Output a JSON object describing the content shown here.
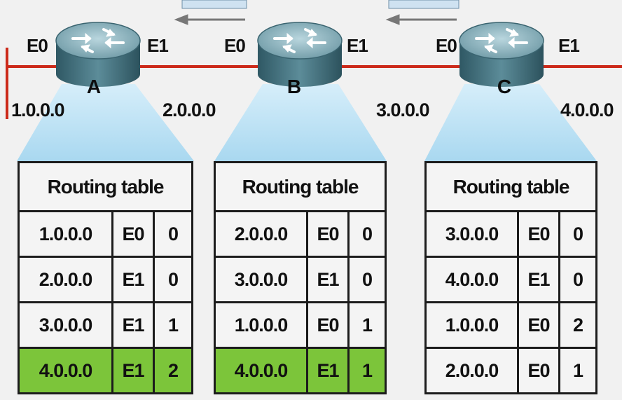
{
  "routers": [
    {
      "name": "A",
      "left_port": "E0",
      "right_port": "E1"
    },
    {
      "name": "B",
      "left_port": "E0",
      "right_port": "E1"
    },
    {
      "name": "C",
      "left_port": "E0",
      "right_port": "E1"
    }
  ],
  "networks": [
    "1.0.0.0",
    "2.0.0.0",
    "3.0.0.0",
    "4.0.0.0"
  ],
  "tables": [
    {
      "title": "Routing table",
      "rows": [
        {
          "network": "1.0.0.0",
          "interface": "E0",
          "hops": "0",
          "highlight": false
        },
        {
          "network": "2.0.0.0",
          "interface": "E1",
          "hops": "0",
          "highlight": false
        },
        {
          "network": "3.0.0.0",
          "interface": "E1",
          "hops": "1",
          "highlight": false
        },
        {
          "network": "4.0.0.0",
          "interface": "E1",
          "hops": "2",
          "highlight": true
        }
      ]
    },
    {
      "title": "Routing table",
      "rows": [
        {
          "network": "2.0.0.0",
          "interface": "E0",
          "hops": "0",
          "highlight": false
        },
        {
          "network": "3.0.0.0",
          "interface": "E1",
          "hops": "0",
          "highlight": false
        },
        {
          "network": "1.0.0.0",
          "interface": "E0",
          "hops": "1",
          "highlight": false
        },
        {
          "network": "4.0.0.0",
          "interface": "E1",
          "hops": "1",
          "highlight": true
        }
      ]
    },
    {
      "title": "Routing table",
      "rows": [
        {
          "network": "3.0.0.0",
          "interface": "E0",
          "hops": "0",
          "highlight": false
        },
        {
          "network": "4.0.0.0",
          "interface": "E1",
          "hops": "0",
          "highlight": false
        },
        {
          "network": "1.0.0.0",
          "interface": "E0",
          "hops": "2",
          "highlight": false
        },
        {
          "network": "2.0.0.0",
          "interface": "E0",
          "hops": "1",
          "highlight": false
        }
      ]
    }
  ],
  "colors": {
    "link": "#cc2a1a",
    "highlight": "#7cc53a",
    "beam": "#bfe3f6",
    "router_top": "#8fb4bf",
    "router_side": "#3f6f7d"
  }
}
